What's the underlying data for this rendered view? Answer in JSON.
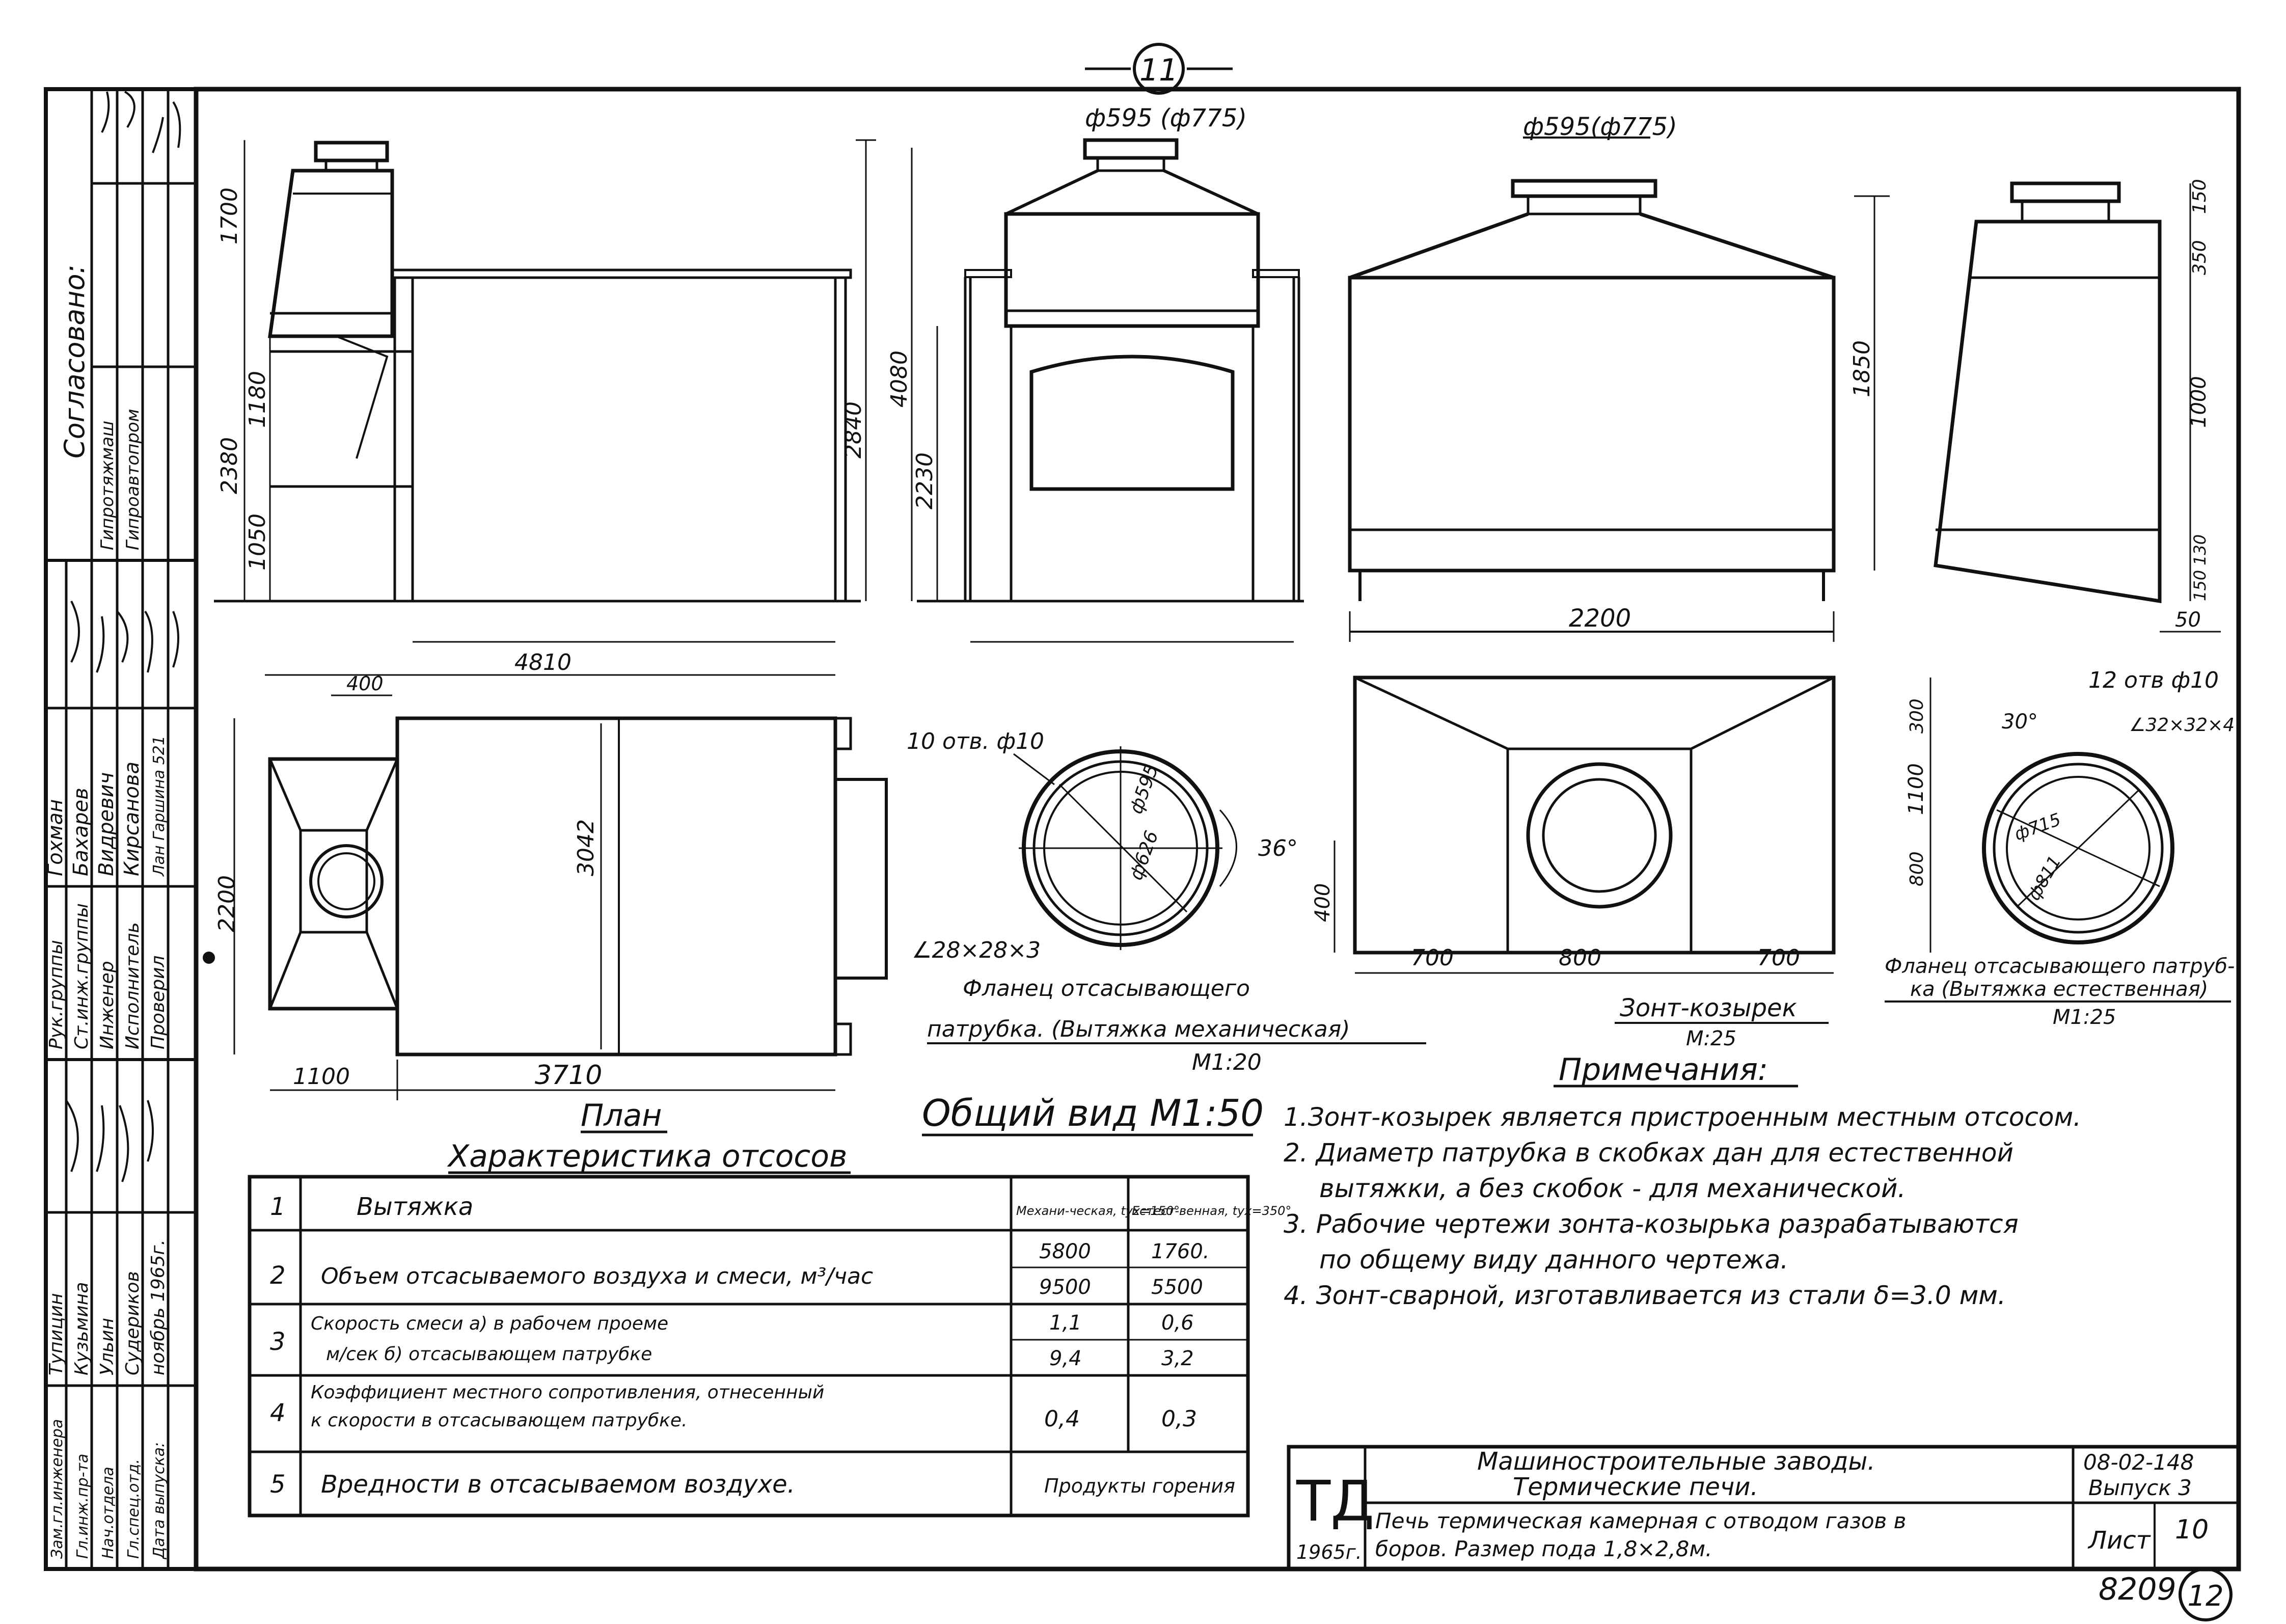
{
  "sheet": {
    "sheet_number_top": "11",
    "sheet_number_bottom": "12",
    "inventory_number": "8209",
    "main_title": "Общий вид М1:50"
  },
  "views": {
    "elevation_left": {
      "dims": [
        "1700",
        "2380",
        "1180",
        "1050",
        "2840"
      ]
    },
    "elevation_front": {
      "flange_dia": "ф595 (ф775)",
      "dims": [
        "4080",
        "2230"
      ]
    },
    "hood_front": {
      "flange_dia": "ф595(ф775)",
      "dims": [
        "1850",
        "2200"
      ]
    },
    "hood_side": {
      "dims": [
        "150",
        "350",
        "1000",
        "130",
        "150",
        "50"
      ]
    },
    "plan": {
      "title": "План",
      "dims": [
        "4810",
        "400",
        "3042",
        "2200",
        "1100",
        "3710"
      ]
    },
    "flange_mech": {
      "holes": "10 отв. ф10",
      "profile": "∠28×28×3",
      "dims": [
        "ф595",
        "ф626",
        "36°"
      ],
      "caption_1": "Фланец отсасывающего",
      "caption_2": "патрубка. (Вытяжка механическая)",
      "scale": "М1:20"
    },
    "hood_plan": {
      "dims": [
        "300",
        "1100",
        "800",
        "400",
        "700",
        "800",
        "700"
      ],
      "caption": "Зонт-козырек",
      "scale": "М:25"
    },
    "flange_nat": {
      "holes": "12 отв ф10",
      "profile": "∠32×32×4",
      "dims": [
        "30°",
        "ф715",
        "ф811"
      ],
      "caption_1": "Фланец отсасывающего патруб-",
      "caption_2": "ка (Вытяжка естественная)",
      "scale": "М1:25"
    }
  },
  "characteristics": {
    "title": "Характеристика отсосов",
    "rows": [
      {
        "n": "1",
        "label": "Вытяжка",
        "v1": "Механи-ческая, tух=150°",
        "v2": "Естест-венная, tух=350°"
      },
      {
        "n": "2",
        "label": "Объем отсасываемого воздуха и смеси, м³/час",
        "v1": "5800",
        "v1b": "9500",
        "v2": "1760.",
        "v2b": "5500"
      },
      {
        "n": "3",
        "label": "Скорость смеси а) в рабочем проеме",
        "label2": "м/сек б) отсасывающем патрубке",
        "v1": "1,1",
        "v1b": "9,4",
        "v2": "0,6",
        "v2b": "3,2"
      },
      {
        "n": "4",
        "label": "Коэффициент местного сопротивления, отнесенный",
        "label2": "к скорости в отсасывающем патрубке.",
        "v1": "0,4",
        "v2": "0,3"
      },
      {
        "n": "5",
        "label": "Вредности в отсасываемом воздухе.",
        "v1": "Продукты горения"
      }
    ]
  },
  "notes": {
    "title": "Примечания:",
    "lines": [
      "1.Зонт-козырек является пристроенным местным отсосом.",
      "2. Диаметр патрубка в скобках дан для естественной",
      "вытяжки, а без скобок - для механической.",
      "3. Рабочие чертежи зонта-козырька разрабатываются",
      "по общему виду данного чертежа.",
      "4. Зонт-сварной, изготавливается из стали δ=3.0 мм."
    ]
  },
  "title_block": {
    "logo": "ТД",
    "year": "1965г.",
    "org_1": "Машиностроительные заводы.",
    "org_2": "Термические печи.",
    "desc_1": "Печь термическая камерная с отводом газов в",
    "desc_2": "боров. Размер пода 1,8×2,8м.",
    "code": "08-02-148",
    "issue": "Выпуск 3",
    "sheet_label": "Лист",
    "sheet_no": "10"
  },
  "side_stamp": {
    "agreed": "Согласовано:",
    "orgs": [
      "Гипротяжмаш",
      "Гипроавтопром"
    ],
    "roles": [
      "Рук.группы",
      "Ст.инж.группы",
      "Инженер",
      "Исполнитель",
      "Проверил"
    ],
    "names": [
      "Гохман",
      "Бахарев",
      "Видревич",
      "Кирсанова",
      "Лан Гаршина 521"
    ],
    "roles2": [
      "Зам.гл.инженера",
      "Гл.инж.пр-та",
      "Нач.отдела",
      "Гл.спец.отд.",
      "Дата выпуска:"
    ],
    "names2": [
      "Тупицин",
      "Кузьмина",
      "Ульин",
      "Судериков",
      "ноябрь 1965г."
    ]
  }
}
